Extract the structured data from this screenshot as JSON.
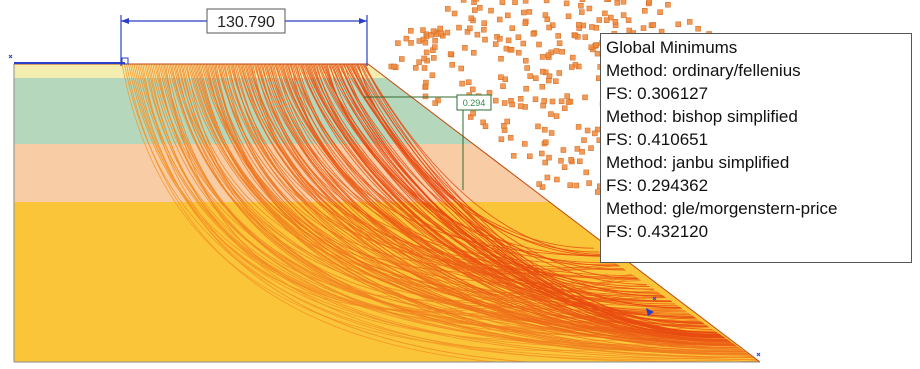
{
  "dimension": {
    "value": "130.790"
  },
  "critical_label": {
    "value": "0.294"
  },
  "legend": {
    "title": "Global Minimums",
    "entries": [
      {
        "method": "Method: ordinary/fellenius",
        "fs": "FS: 0.306127"
      },
      {
        "method": "Method: bishop simplified",
        "fs": "FS: 0.410651"
      },
      {
        "method": "Method: janbu simplified",
        "fs": "FS: 0.294362"
      },
      {
        "method": "Method: gle/morgenstern-price",
        "fs": "FS: 0.432120"
      }
    ]
  },
  "colors": {
    "layer_top": "#f4edb0",
    "layer_green": "#b5d8bc",
    "layer_peach": "#f8cda6",
    "layer_base": "#fbc53a",
    "surface_dark": "#e84a10",
    "surface_light": "#f59a28",
    "center_point": "#f08a3c",
    "boundary": "#2a3ec8"
  }
}
